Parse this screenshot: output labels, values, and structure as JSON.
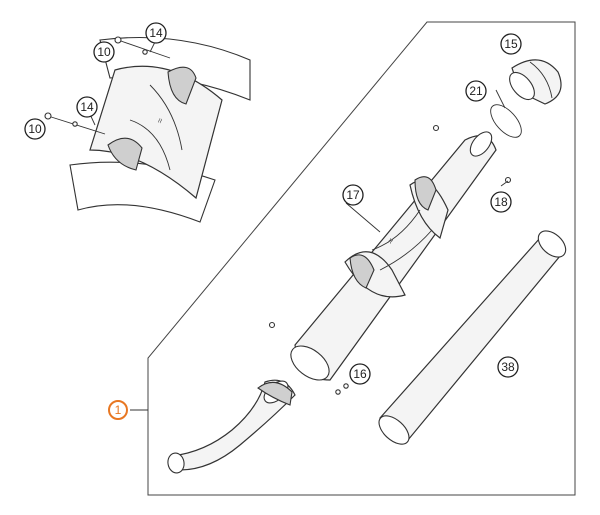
{
  "callouts": [
    {
      "id": "c10a",
      "label": "10"
    },
    {
      "id": "c14a",
      "label": "14"
    },
    {
      "id": "c14b",
      "label": "14"
    },
    {
      "id": "c10b",
      "label": "10"
    },
    {
      "id": "c15",
      "label": "15"
    },
    {
      "id": "c21",
      "label": "21"
    },
    {
      "id": "c17",
      "label": "17"
    },
    {
      "id": "c18",
      "label": "18"
    },
    {
      "id": "c16",
      "label": "16"
    },
    {
      "id": "c38",
      "label": "38"
    },
    {
      "id": "c1",
      "label": "1"
    }
  ],
  "colors": {
    "highlight": "#e87722",
    "line": "#333333",
    "fill": "#f4f4f4"
  }
}
